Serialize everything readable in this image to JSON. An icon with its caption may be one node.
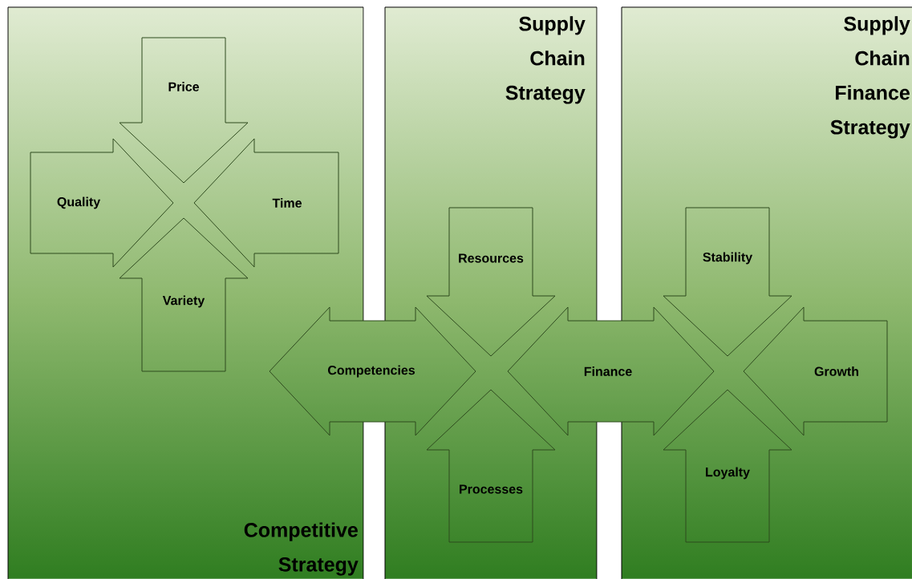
{
  "diagram": {
    "nodes": [
      {
        "text": [
          "Competitive Strategy"
        ]
      },
      {
        "text": [
          "Price"
        ],
        "in": 0
      },
      {
        "text": [
          "Quality"
        ],
        "in": 0
      },
      {
        "text": [
          "Time"
        ],
        "in": 0
      },
      {
        "text": [
          "Variety"
        ],
        "in": 0
      },
      {
        "text": [
          "Supply Chain Strategy"
        ]
      },
      {
        "text": [
          "Resources"
        ],
        "in": 5
      },
      {
        "text": [
          "Processes"
        ],
        "in": 5
      },
      {
        "text": [
          "Competencies"
        ]
      },
      {
        "text": [
          "Finance"
        ]
      },
      {
        "text": [
          "Supply Chain Finance Strategy"
        ]
      },
      {
        "text": [
          "Stability"
        ],
        "in": 10
      },
      {
        "text": [
          "Growth"
        ],
        "in": 10
      },
      {
        "text": [
          "Loyalty"
        ],
        "in": 10
      }
    ]
  }
}
